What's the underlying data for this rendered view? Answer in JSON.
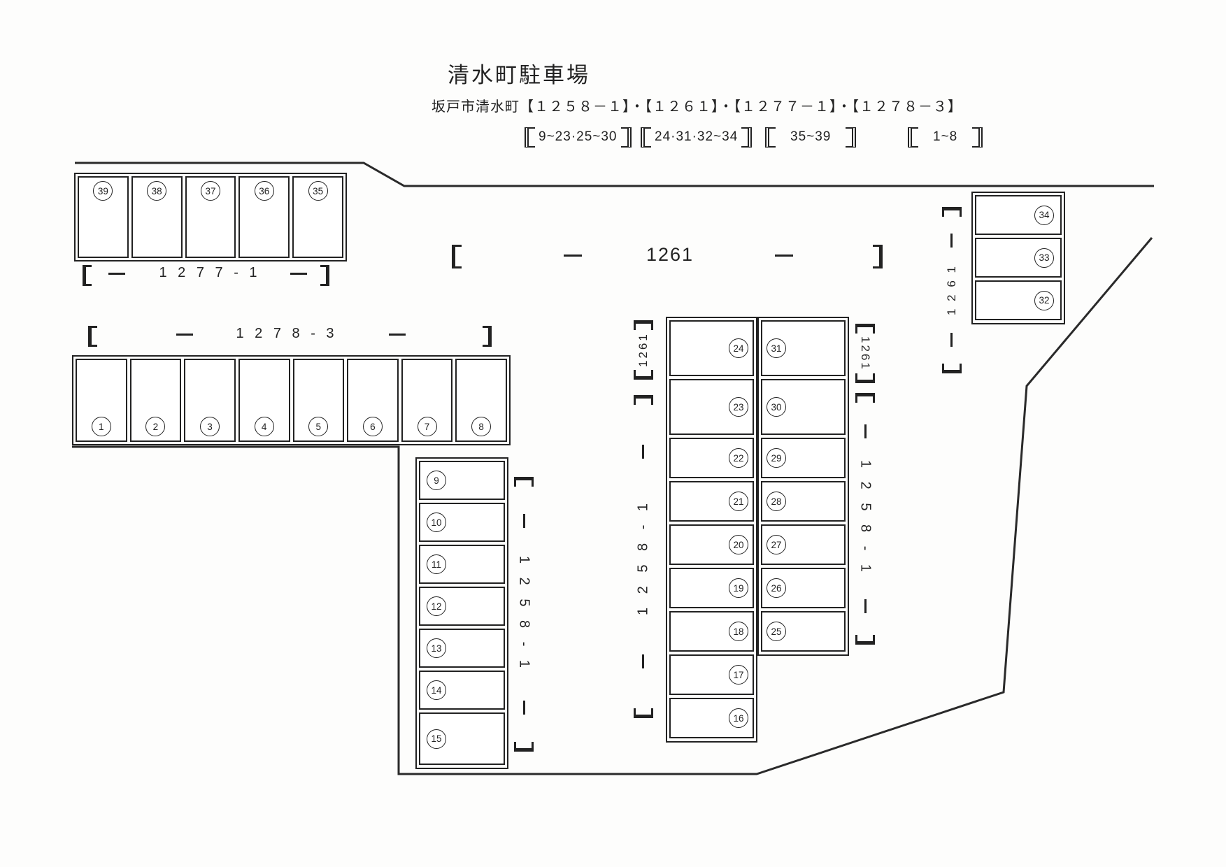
{
  "ink_color": "#2a2a2a",
  "paper_color": "#fdfdfc",
  "header": {
    "title": "清水町駐車場",
    "subtitle": "坂戸市清水町【１２５８－１】・【１２６１】・【１２７７－１】・【１２７８－３】",
    "legend_groups": [
      {
        "full": "〚9~23・25~30〛",
        "text": "9~23·25~30"
      },
      {
        "full": "〚24・31・32~34〛",
        "text": "24·31·32~34"
      },
      {
        "full": "〚 35～39 〛",
        "text": "35~39"
      },
      {
        "full": "〚 1～8 〛",
        "text": "1~8"
      }
    ]
  },
  "labels": {
    "lot_1277_1": {
      "full": "【 － 1277-1 － 】",
      "number": "1 2 7 7 - 1"
    },
    "lot_1278_3": {
      "full": "【 － 1278-3 － 】",
      "number": "1 2 7 8 - 3"
    },
    "lot_1261_main": {
      "full": "【 － 1261 － 】",
      "number": "1261"
    },
    "col9_15_right": {
      "full": "【 － 1258-1 － 】",
      "number": "1 2 5 8 - 1"
    },
    "center_left_top": {
      "full": "【1261】",
      "number": "1261"
    },
    "center_left_side": {
      "full": "【 － 1258-1 － 】",
      "number": "1 2 5 8 - 1"
    },
    "center_right_top": {
      "full": "【1261】",
      "number": "1261"
    },
    "center_right_side": {
      "full": "【 － 1258-1 － 】",
      "number": "1 2 5 8 - 1"
    },
    "block32_34_side": {
      "full": "【 － 1261 － 】",
      "number": "1 2 6 1"
    }
  },
  "blocks": {
    "row_35_39": {
      "numbers": [
        "39",
        "38",
        "37",
        "36",
        "35"
      ]
    },
    "row_1_8": {
      "numbers": [
        "1",
        "2",
        "3",
        "4",
        "5",
        "6",
        "7",
        "8"
      ]
    },
    "col_9_15": {
      "numbers": [
        "9",
        "10",
        "11",
        "12",
        "13",
        "14",
        "15"
      ]
    },
    "center_left_col": {
      "numbers": [
        "24",
        "23",
        "22",
        "21",
        "20",
        "19",
        "18",
        "17",
        "16"
      ]
    },
    "center_right_col": {
      "numbers": [
        "31",
        "30",
        "29",
        "28",
        "27",
        "26",
        "25"
      ]
    },
    "col_32_34": {
      "numbers": [
        "34",
        "33",
        "32"
      ]
    }
  }
}
